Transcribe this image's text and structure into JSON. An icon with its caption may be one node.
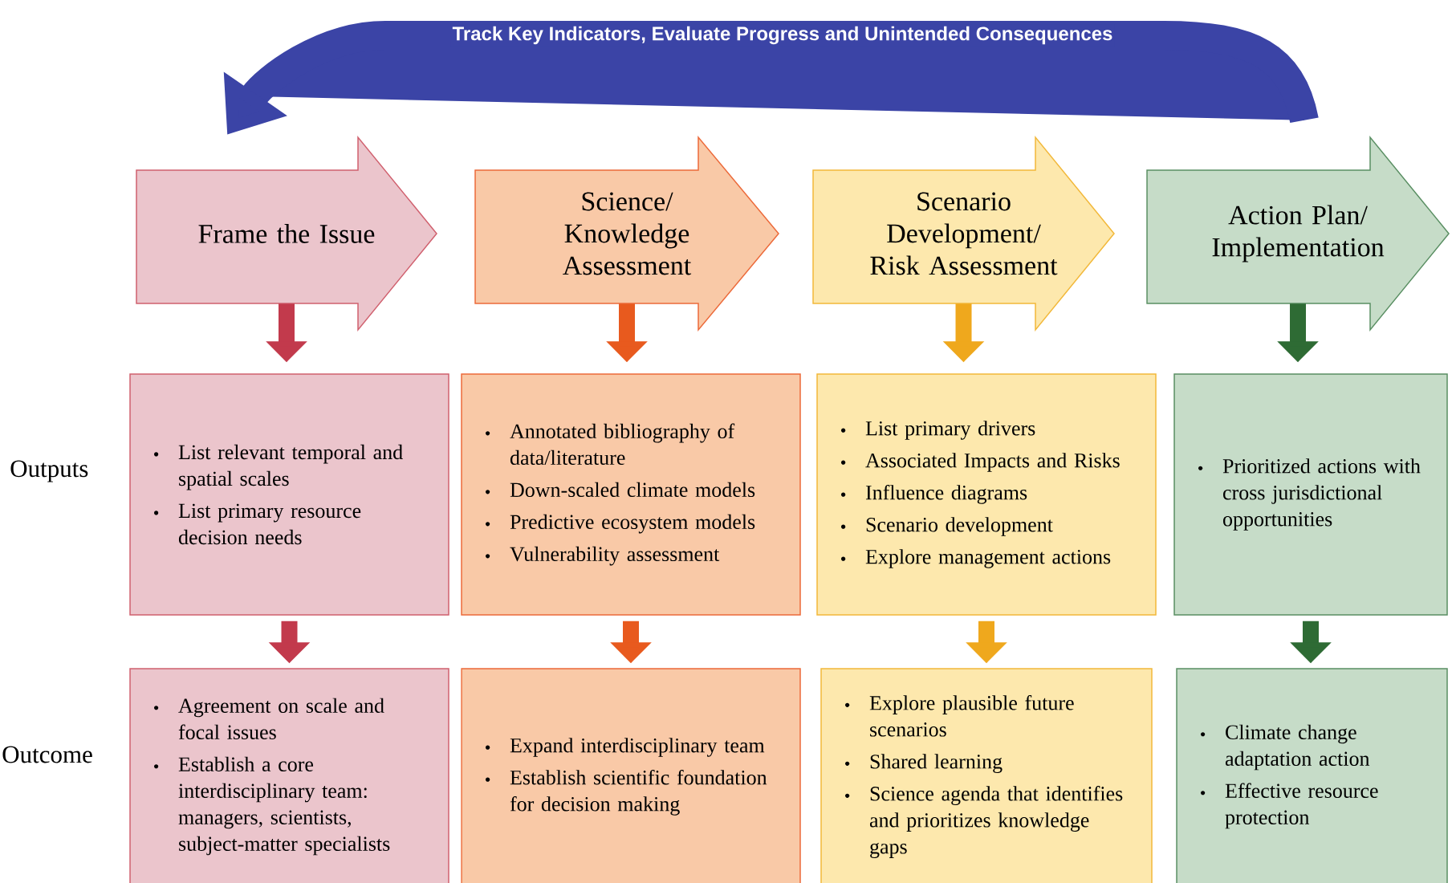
{
  "diagram": {
    "nodes": [
      {
        "text": [
          "Frame the Issue"
        ]
      },
      {
        "text": [
          "Science/ Knowledge Assessment"
        ]
      },
      {
        "text": [
          "Scenario Development/ Risk Assessment"
        ]
      },
      {
        "text": [
          "Action Plan/ Implementation"
        ]
      },
      {
        "text": [
          "List relevant temporal and spatial scales",
          "List primary resource decision needs"
        ]
      },
      {
        "text": [
          "Annotated bibliography of data/literature",
          "Down-scaled climate models",
          "Predictive ecosystem models",
          "Vulnerability assessment"
        ]
      },
      {
        "text": [
          "List primary drivers",
          "Associated Impacts and Risks",
          "Influence diagrams",
          "Scenario development",
          "Explore management actions"
        ]
      },
      {
        "text": [
          "Prioritized actions with cross jurisdictional opportunities"
        ]
      },
      {
        "text": [
          "Agreement on scale and focal issues",
          "Establish a core interdisciplinary team: managers, scientists, subject-matter specialists"
        ]
      },
      {
        "text": [
          "Expand interdisciplinary team",
          "Establish scientific foundation for decision making"
        ]
      },
      {
        "text": [
          "Explore plausible future scenarios",
          "Shared learning",
          "Science agenda that identifies and prioritizes knowledge gaps"
        ]
      },
      {
        "text": [
          "Climate change adaptation action",
          "Effective resource protection"
        ]
      }
    ],
    "edges": [
      {
        "from": 3,
        "to": 0,
        "arrow": "to",
        "label": "Track Key Indicators, Evaluate Progress and Unintended Consequences",
        "style": "thick",
        "color": "#3b44a6"
      },
      {
        "from": 0,
        "to": 4,
        "arrow": "to",
        "color": "#c23a4c"
      },
      {
        "from": 1,
        "to": 5,
        "arrow": "to",
        "color": "#e85a1e"
      },
      {
        "from": 2,
        "to": 6,
        "arrow": "to",
        "color": "#efa81d"
      },
      {
        "from": 3,
        "to": 7,
        "arrow": "to",
        "color": "#2e6b34"
      },
      {
        "from": 4,
        "to": 8,
        "arrow": "to",
        "color": "#c23a4c"
      },
      {
        "from": 5,
        "to": 9,
        "arrow": "to",
        "color": "#e85a1e"
      },
      {
        "from": 6,
        "to": 10,
        "arrow": "to",
        "color": "#efa81d"
      },
      {
        "from": 7,
        "to": 11,
        "arrow": "to",
        "color": "#2e6b34"
      }
    ],
    "labels": [
      "Outputs",
      "Outcome"
    ]
  }
}
